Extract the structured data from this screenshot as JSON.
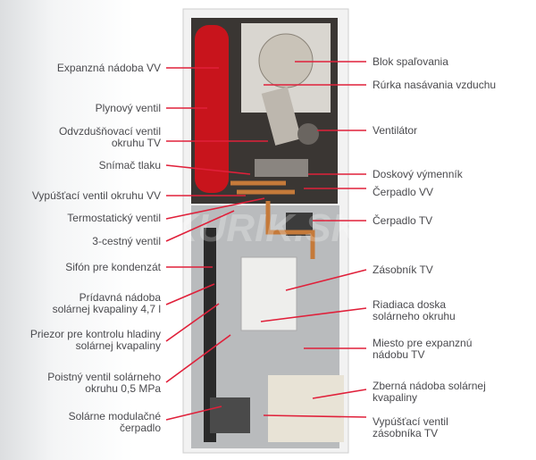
{
  "left_labels": [
    "Expanzná nádoba VV",
    "Plynový ventil",
    "Odvzdušňovací ventil\nokruhu TV",
    "Snímač tlaku",
    "Vypúšťací ventil okruhu VV",
    "Termostatický ventil",
    "3-cestný ventil",
    "Sifón pre kondenzát",
    "Prídavná nádoba\nsolárnej kvapaliny 4,7 l",
    "Priezor pre kontrolu hladiny\nsolárnej kvapaliny",
    "Poistný ventil solárneho\nokruhu 0,5 MPa",
    "Solárne modulačné\nčerpadlo"
  ],
  "right_labels": [
    "Blok spaľovania",
    "Rúrka nasávania vzduchu",
    "Ventilátor",
    "Doskový výmenník",
    "Čerpadlo VV",
    "Čerpadlo TV",
    "Zásobník TV",
    "Riadiaca doska\nsolárneho okruhu",
    "Miesto pre expanznú\nnádobu TV",
    "Zberná  nádoba  solárnej\nkvapaliny",
    "Vypúšťací ventil\nzásobníka TV"
  ],
  "watermark": "KURIK.SK",
  "colors": {
    "leader": "#e0203a",
    "text": "#4a4a4e",
    "tank": "#c8141c"
  }
}
